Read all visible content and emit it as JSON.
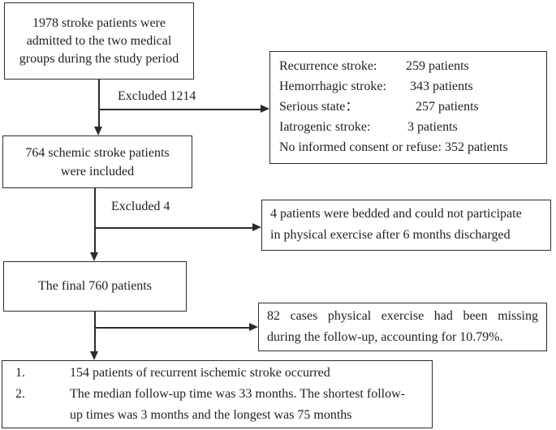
{
  "boxes": {
    "enrollment": {
      "line1": "1978 stroke patients were",
      "line2": "admitted to the two medical",
      "line3": "groups during the study period"
    },
    "exclusions": {
      "rows": [
        {
          "label": "Recurrence stroke:",
          "value": "259 patients"
        },
        {
          "label": "Hemorrhagic stroke:",
          "value": "343 patients"
        },
        {
          "label": "Serious state：",
          "value": "257 patients"
        },
        {
          "label": "Iatrogenic stroke:",
          "value": "3 patients"
        },
        {
          "label": "No informed consent or refuse:",
          "value": "352 patients"
        }
      ]
    },
    "included": {
      "line1": "764 schemic stroke patients",
      "line2": "were included"
    },
    "bedded": {
      "line1": "4 patients were bedded and could not participate",
      "line2": "in physical exercise after 6 months discharged"
    },
    "final": {
      "line1": "The final 760 patients"
    },
    "missing": {
      "line1": "82 cases physical exercise had been missing",
      "line2": "during the follow-up, accounting for 10.79%."
    },
    "outcomes": {
      "item1": {
        "num": "1.",
        "line1": "154 patients of recurrent ischemic stroke occurred"
      },
      "item2": {
        "num": "2.",
        "line1": "The median follow-up time was 33 months. The shortest follow-",
        "line2": "up times was 3 months and the longest was 75 months"
      }
    }
  },
  "labels": {
    "excluded_1214": "Excluded 1214",
    "excluded_4": "Excluded 4"
  },
  "colors": {
    "ink": "#2b2b2b",
    "background": "#ffffff"
  }
}
